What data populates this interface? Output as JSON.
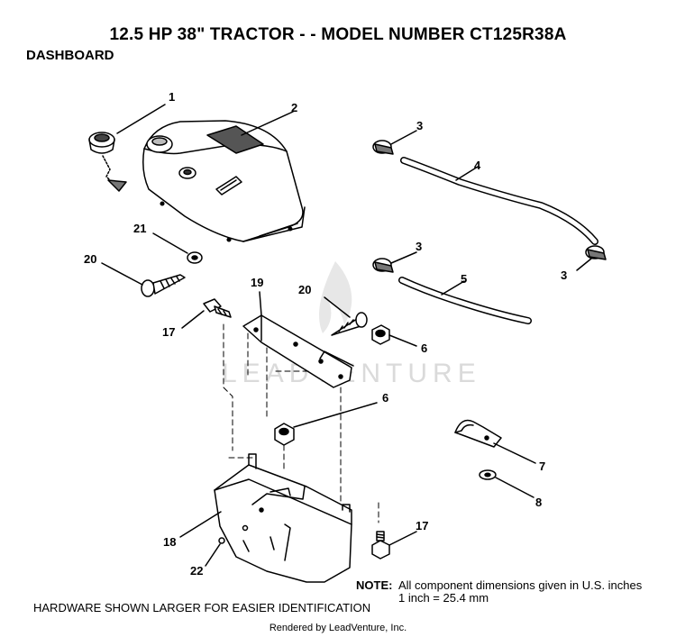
{
  "header": {
    "title": "12.5 HP 38\" TRACTOR - - MODEL NUMBER CT125R38A",
    "section": "DASHBOARD"
  },
  "watermark": {
    "text": "LEADVENTURE"
  },
  "callouts": {
    "c1": "1",
    "c2": "2",
    "c3a": "3",
    "c3b": "3",
    "c3c": "3",
    "c4": "4",
    "c5": "5",
    "c6a": "6",
    "c6b": "6",
    "c7": "7",
    "c8": "8",
    "c17a": "17",
    "c17b": "17",
    "c18": "18",
    "c19": "19",
    "c20a": "20",
    "c20b": "20",
    "c21": "21",
    "c22": "22"
  },
  "note": {
    "label": "NOTE:",
    "line1": "All component dimensions given in U.S. inches",
    "line2": "1 inch = 25.4 mm"
  },
  "footer": {
    "hardware": "HARDWARE SHOWN LARGER FOR EASIER IDENTIFICATION",
    "rendered": "Rendered by LeadVenture, Inc."
  }
}
